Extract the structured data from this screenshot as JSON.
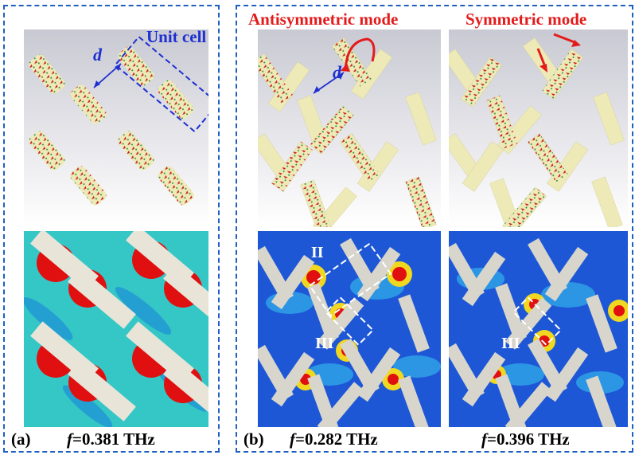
{
  "labels": {
    "unit_cell": "Unit cell",
    "d_a": "d",
    "d_b": "d",
    "antisymmetric": "Antisymmetric mode",
    "symmetric": "Symmetric mode",
    "region_II": "II",
    "region_III_b": "III",
    "region_III_c": "III"
  },
  "captions": {
    "a_tag": "(a)",
    "b_tag": "(b)",
    "f_symbol": "f",
    "a_freq": "=0.381 THz",
    "b_freq": "=0.282 THz",
    "c_freq": "=0.396 THz"
  },
  "colors": {
    "frame": "#1f5fbf",
    "arrow_red": "#e31b1b",
    "label_blue": "#1f2fd0",
    "field_cyan": "#35c6c6",
    "field_blue": "#1e57d6",
    "hot": "#e01010"
  }
}
